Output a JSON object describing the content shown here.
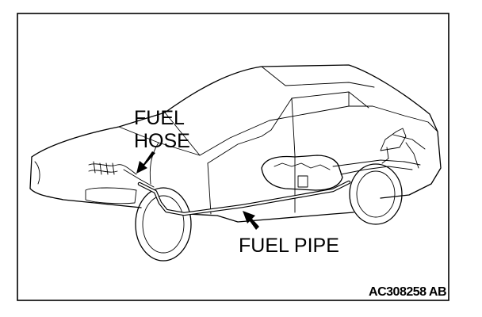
{
  "figure": {
    "labels": {
      "fuel_hose_line1": "FUEL",
      "fuel_hose_line2": "HOSE",
      "fuel_pipe": "FUEL PIPE"
    },
    "figure_code": "AC308258 AB"
  }
}
